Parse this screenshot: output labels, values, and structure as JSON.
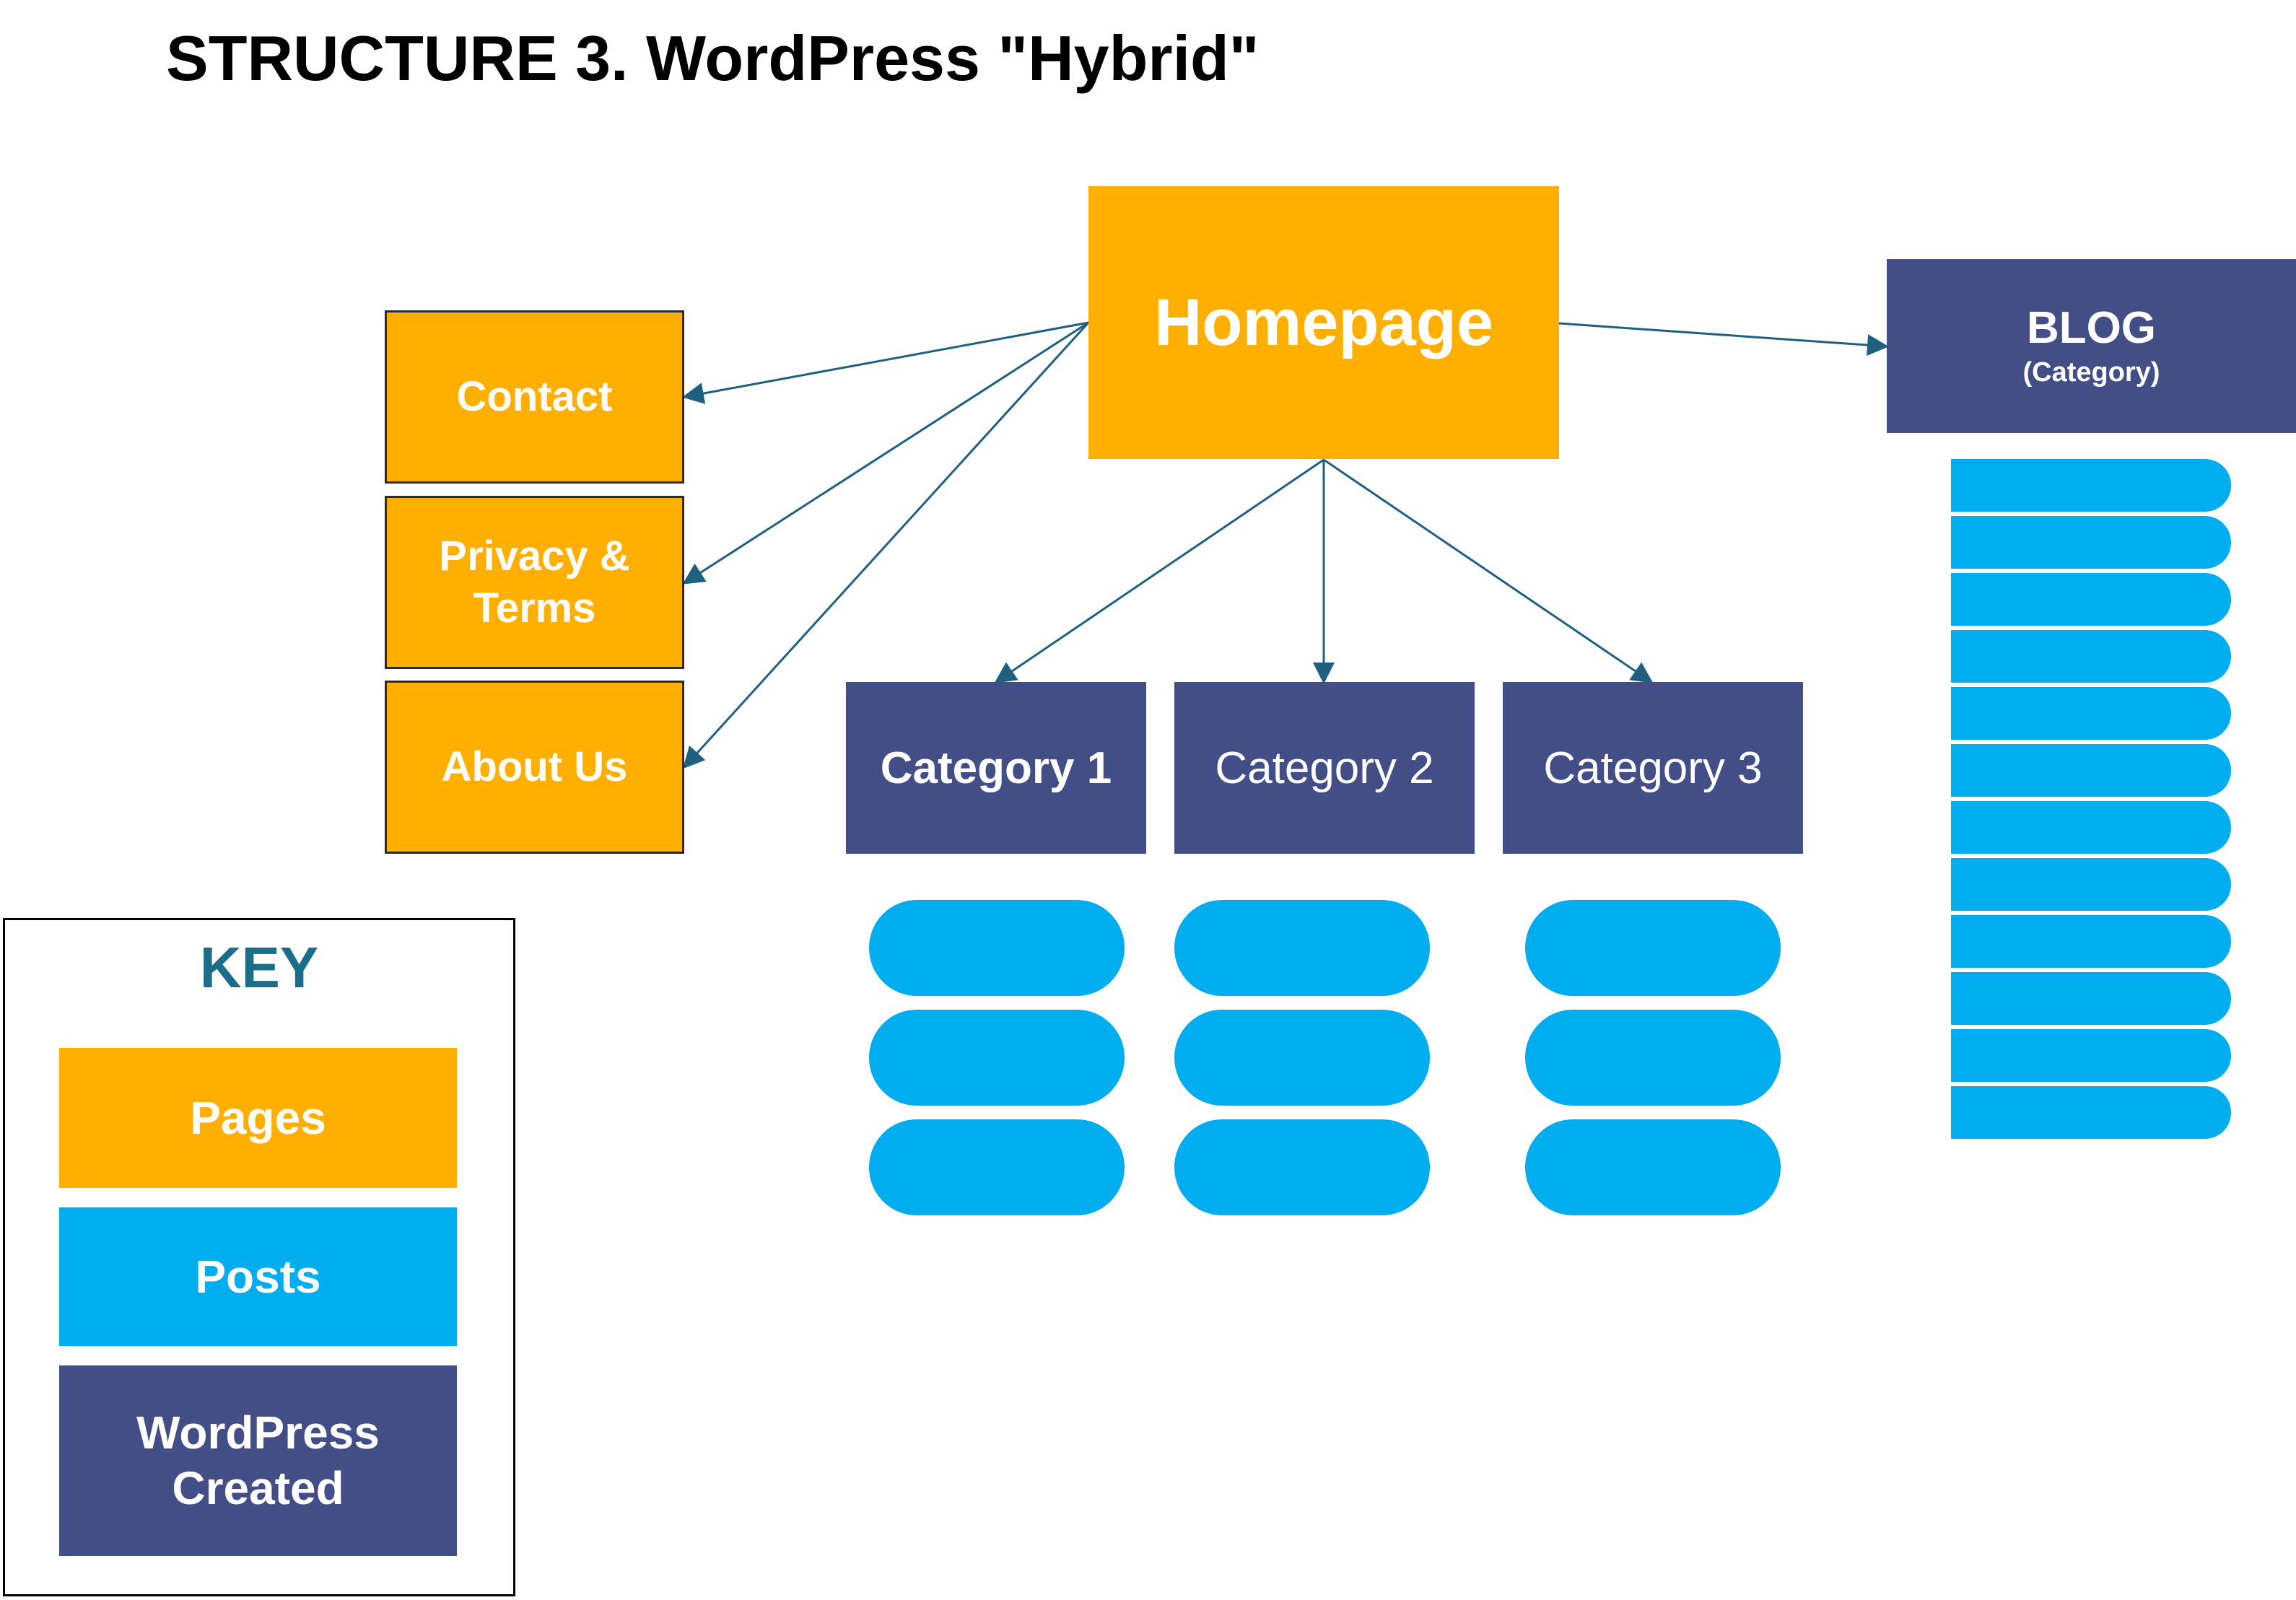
{
  "title": "STRUCTURE 3. WordPress \"Hybrid\"",
  "homepage": {
    "label": "Homepage"
  },
  "pages": {
    "contact": "Contact",
    "privacy": "Privacy & Terms",
    "about": "About Us"
  },
  "categories": [
    {
      "label": "Category 1"
    },
    {
      "label": "Category 2"
    },
    {
      "label": "Category 3"
    }
  ],
  "blog": {
    "label": "BLOG",
    "sublabel": "(Category)"
  },
  "key": {
    "title": "KEY",
    "pages_label": "Pages",
    "posts_label": "Posts",
    "wordpress_label": "WordPress Created"
  },
  "colors": {
    "pages": "#FFAF00",
    "posts": "#00ADEE",
    "wordpress": "#434E87",
    "connector": "#1F5F80",
    "key_title": "#1A6E8A"
  }
}
